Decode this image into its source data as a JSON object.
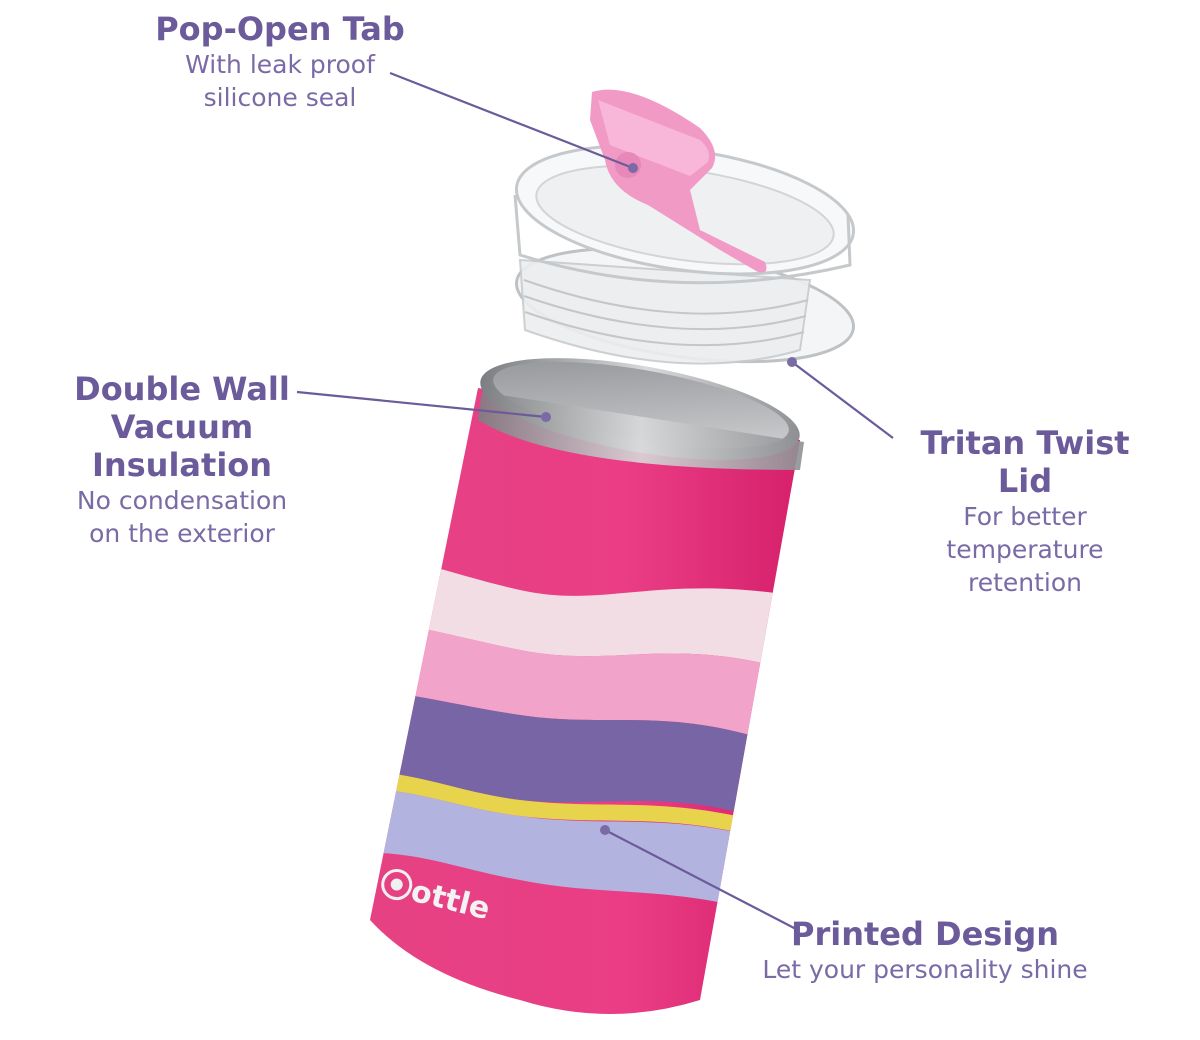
{
  "callouts": {
    "tab": {
      "title": "Pop-Open Tab",
      "line1": "With leak proof",
      "line2": "silicone seal"
    },
    "wall": {
      "title1": "Double Wall",
      "title2": "Vacuum Insulation",
      "line1": "No condensation",
      "line2": "on the exterior"
    },
    "lid": {
      "title": "Tritan Twist Lid",
      "line1": "For better",
      "line2": "temperature",
      "line3": "retention"
    },
    "design": {
      "title": "Printed Design",
      "line1": "Let your personality shine"
    }
  },
  "brand": {
    "logo_text": "ottle"
  },
  "colors": {
    "label": "#6b5b9a",
    "body_pink": "#e8337c",
    "wave_light": "#f3dce4",
    "wave_pink": "#f2a2c8",
    "wave_purple": "#7a66a8",
    "wave_yellow": "#e9d24b",
    "wave_lavender": "#b3b3e0",
    "tab_pink": "#f19ac6",
    "steel": "#a8aaac"
  }
}
